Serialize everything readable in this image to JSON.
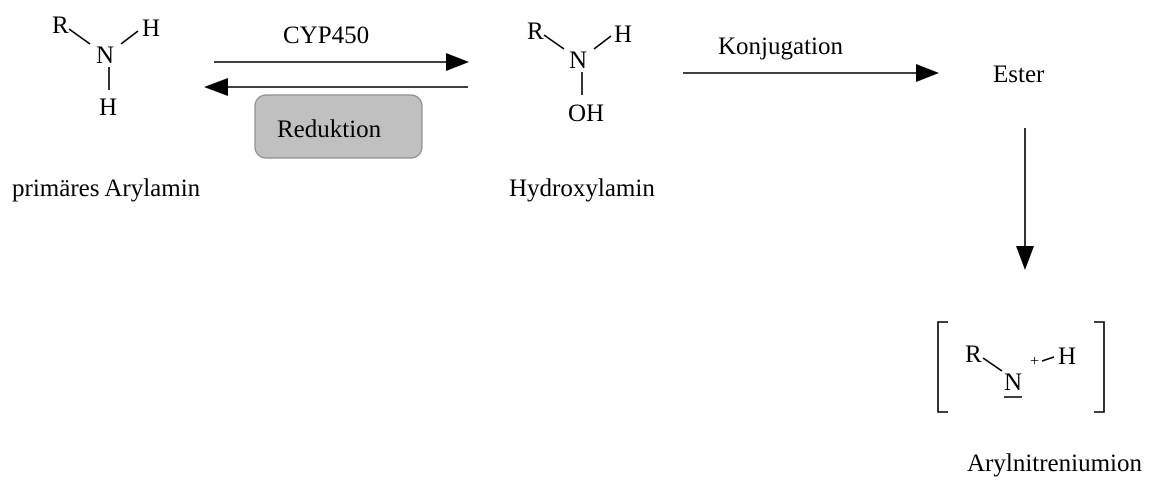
{
  "molecules": {
    "primary_arylamine": {
      "atoms": {
        "r": "R",
        "n": "N",
        "h_top": "H",
        "h_bottom": "H"
      },
      "name": "primäres Arylamin"
    },
    "hydroxylamine": {
      "atoms": {
        "r": "R",
        "n": "N",
        "h": "H",
        "oh": "OH"
      },
      "name": "Hydroxylamin"
    },
    "ester": {
      "name": "Ester"
    },
    "arylnitrenium_ion": {
      "atoms": {
        "r": "R",
        "n": "N",
        "charge": "+",
        "h": "H"
      },
      "name": "Arylnitreniumion"
    }
  },
  "reactions": {
    "oxidation": {
      "label": "CYP450"
    },
    "reduction": {
      "label": "Reduktion",
      "box_color": "#c0c0c0"
    },
    "conjugation": {
      "label": "Konjugation"
    }
  }
}
